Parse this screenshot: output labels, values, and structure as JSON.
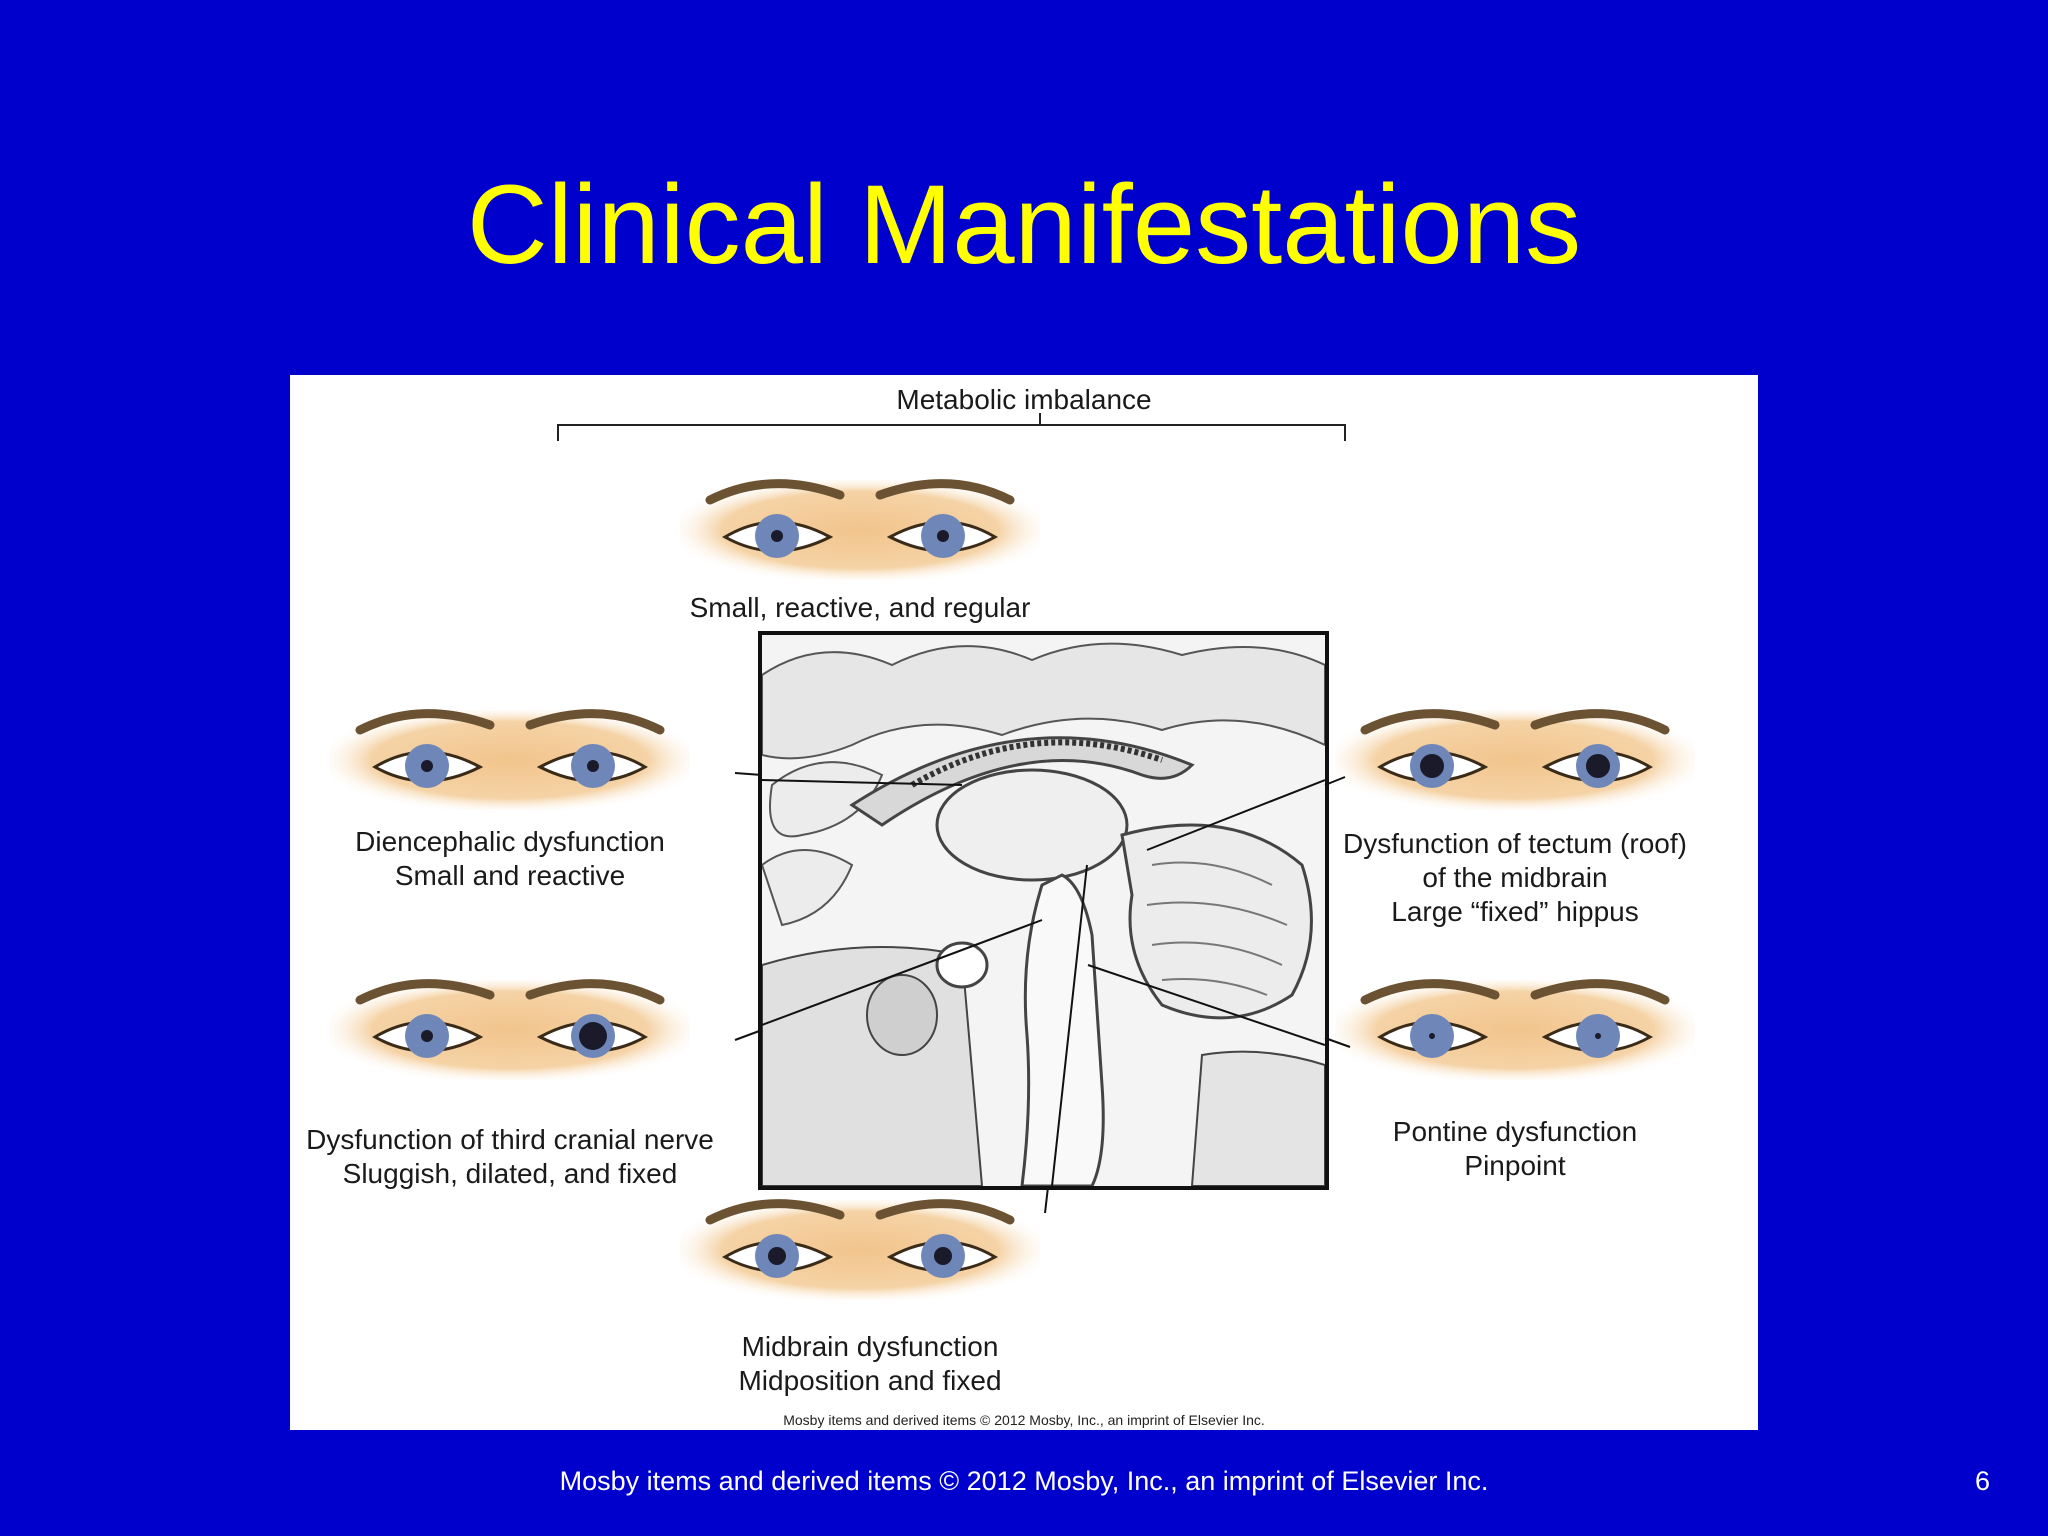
{
  "slide": {
    "title": "Clinical Manifestations",
    "footer": "Mosby items and derived items © 2012 Mosby, Inc., an imprint of Elsevier Inc.",
    "page_number": "6"
  },
  "figure": {
    "bracket_label": "Metabolic imbalance",
    "top": {
      "line1": "Small, reactive, and regular"
    },
    "left_upper": {
      "line1": "Diencephalic dysfunction",
      "line2": "Small and reactive"
    },
    "left_lower": {
      "line1": "Dysfunction of third cranial nerve",
      "line2": "Sluggish, dilated, and fixed"
    },
    "right_upper": {
      "line1": "Dysfunction of tectum (roof)",
      "line2": "of the midbrain",
      "line3": "Large “fixed” hippus"
    },
    "right_lower": {
      "line1": "Pontine dysfunction",
      "line2": "Pinpoint"
    },
    "bottom": {
      "line1": "Midbrain dysfunction",
      "line2": "Midposition and fixed"
    },
    "copyright": "Mosby items and derived items © 2012 Mosby, Inc., an imprint of Elsevier Inc."
  },
  "colors": {
    "background": "#0000cc",
    "title": "#ffff00",
    "skin": "#f2c48c",
    "iris": "#6f86b8"
  }
}
